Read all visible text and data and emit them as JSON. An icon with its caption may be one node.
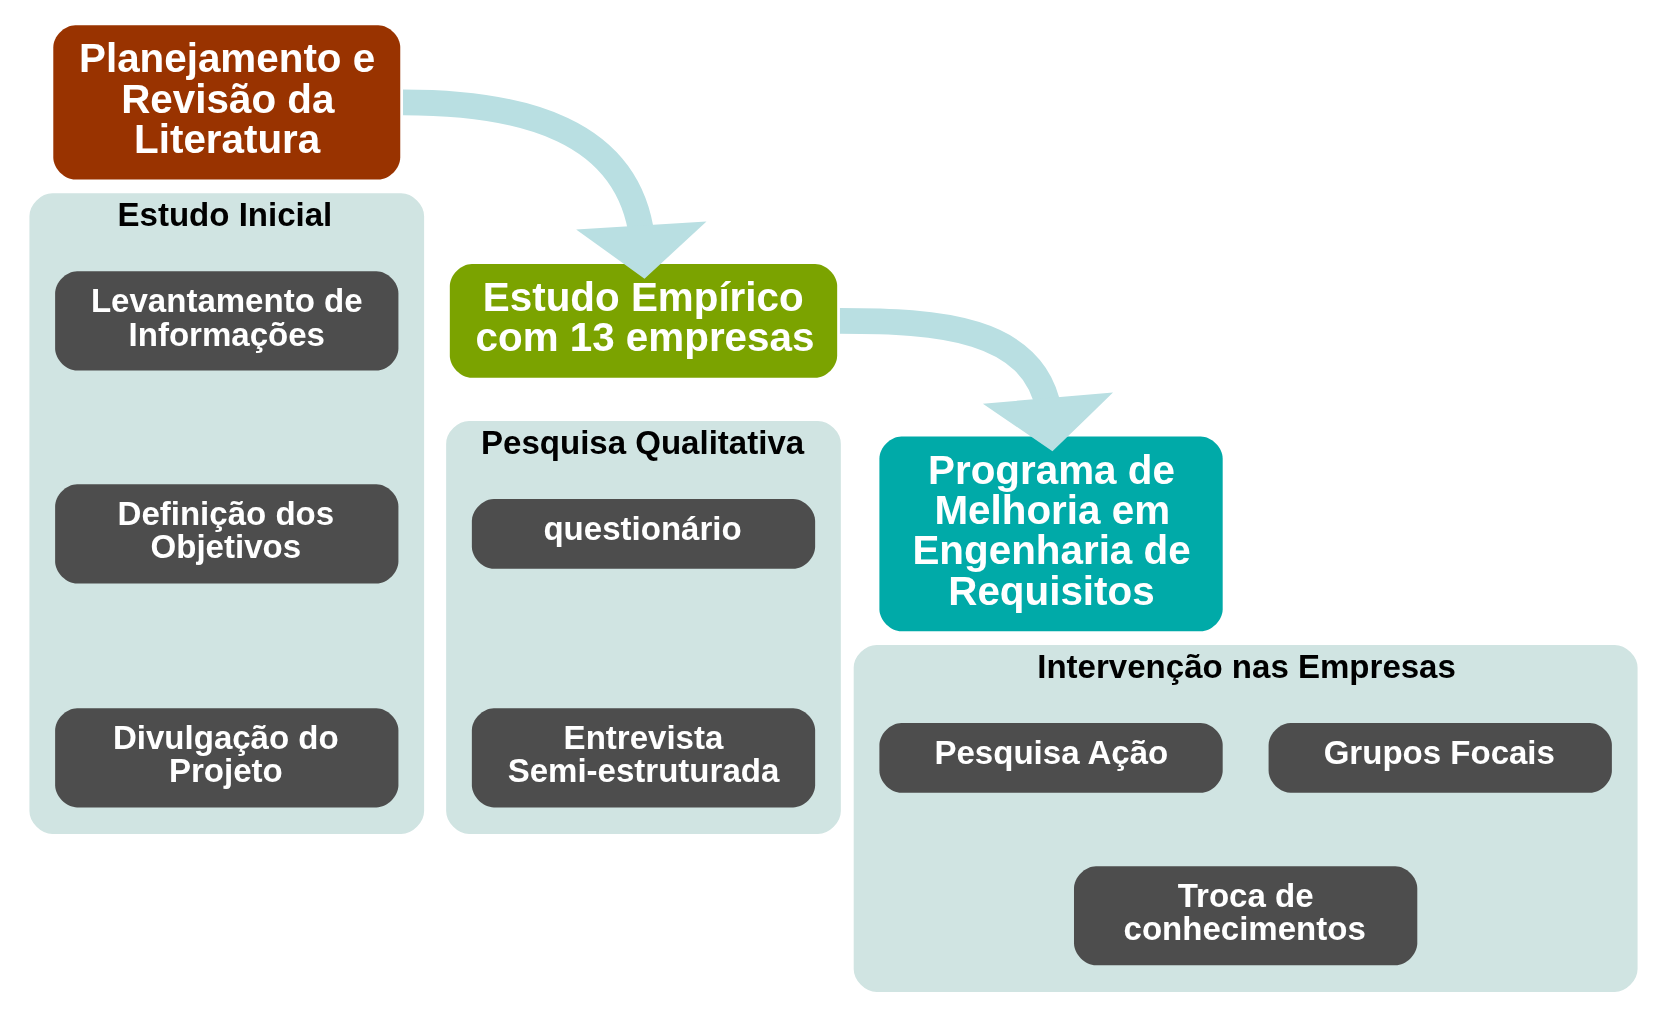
{
  "diagram": {
    "nodes": [
      {
        "text": [
          "Planejamento e Revisão da Literatura"
        ]
      },
      {
        "text": [
          "Estudo Inicial"
        ]
      },
      {
        "text": [
          "Levantamento de Informações"
        ],
        "in": 1
      },
      {
        "text": [
          "Definição dos Objetivos"
        ],
        "in": 1
      },
      {
        "text": [
          "Divulgação do Projeto"
        ],
        "in": 1
      },
      {
        "text": [
          "Estudo Empírico com 13 empresas"
        ]
      },
      {
        "text": [
          "Pesquisa Qualitativa"
        ]
      },
      {
        "text": [
          "questionário"
        ],
        "in": 6
      },
      {
        "text": [
          "Entrevista Semi-estruturada"
        ],
        "in": 6
      },
      {
        "text": [
          "Programa de Melhoria em Engenharia de Requisitos"
        ]
      },
      {
        "text": [
          "Intervenção nas Empresas"
        ]
      },
      {
        "text": [
          "Pesquisa Ação"
        ],
        "in": 10
      },
      {
        "text": [
          "Grupos Focais"
        ],
        "in": 10
      },
      {
        "text": [
          "Troca de conhecimentos"
        ],
        "in": 10
      }
    ],
    "edges": [
      {
        "from": 0,
        "to": 5,
        "arrow": "to"
      },
      {
        "from": 5,
        "to": 9,
        "arrow": "to"
      }
    ]
  }
}
